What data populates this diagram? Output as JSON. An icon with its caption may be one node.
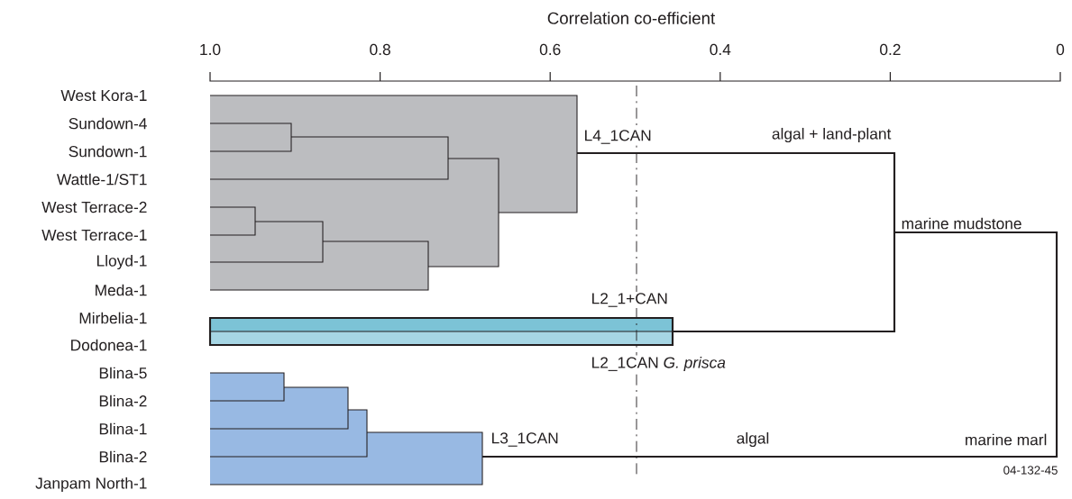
{
  "diagram": {
    "labels": [
      "Correlation co-efficient",
      "1.0",
      "0.8",
      "0.6",
      "0.4",
      "0.2",
      "0",
      "West Kora-1",
      "Sundown-4",
      "Sundown-1",
      "Wattle-1/ST1",
      "West Terrace-2",
      "West Terrace-1",
      "Lloyd-1",
      "Meda-1",
      "Mirbelia-1",
      "Dodonea-1",
      "Blina-5",
      "Blina-2",
      "Blina-1",
      "Blina-2",
      "Janpam North-1",
      "L4_1CAN",
      "algal + land-plant",
      "marine mudstone",
      "L2_1+CAN",
      "L2_1CAN *G. prisca*",
      "L3_1CAN",
      "algal",
      "marine marl",
      "04-132-45"
    ]
  }
}
